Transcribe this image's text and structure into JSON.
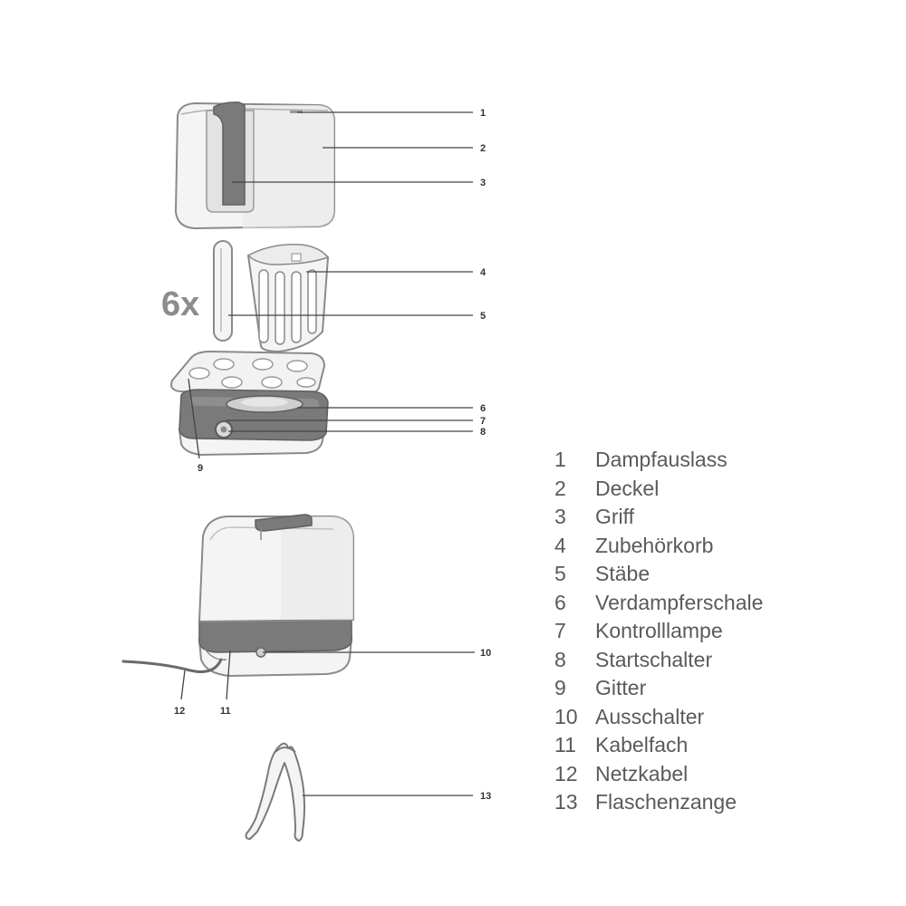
{
  "diagram": {
    "count_label": "6x",
    "colors": {
      "outline": "#8a8a8a",
      "dark_grey": "#7a7a7a",
      "body_fill": "#f3f3f3",
      "leader_line": "#444444"
    },
    "callouts": [
      "1",
      "2",
      "3",
      "4",
      "5",
      "6",
      "7",
      "8",
      "9",
      "10",
      "11",
      "12",
      "13"
    ],
    "legend": [
      {
        "num": "1",
        "label": "Dampfauslass"
      },
      {
        "num": "2",
        "label": "Deckel"
      },
      {
        "num": "3",
        "label": "Griff"
      },
      {
        "num": "4",
        "label": "Zubehörkorb"
      },
      {
        "num": "5",
        "label": "Stäbe"
      },
      {
        "num": "6",
        "label": "Verdampferschale"
      },
      {
        "num": "7",
        "label": "Kontrolllampe"
      },
      {
        "num": "8",
        "label": "Startschalter"
      },
      {
        "num": "9",
        "label": "Gitter"
      },
      {
        "num": "10",
        "label": "Ausschalter"
      },
      {
        "num": "11",
        "label": "Kabelfach"
      },
      {
        "num": "12",
        "label": "Netzkabel"
      },
      {
        "num": "13",
        "label": "Flaschenzange"
      }
    ]
  }
}
